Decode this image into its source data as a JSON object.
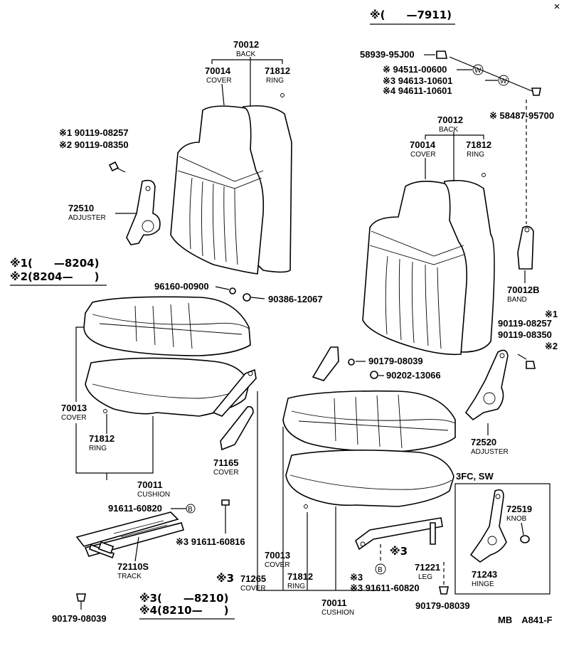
{
  "header_note": "※(　　—7911)",
  "left_seat": {
    "back": {
      "part": "70012",
      "name": "BACK"
    },
    "cover": {
      "part": "70014",
      "name": "COVER"
    },
    "ring": {
      "part": "71812",
      "name": "RING"
    },
    "screw1": "※1 90119-08257",
    "screw2": "※2 90119-08350",
    "adjuster": {
      "part": "72510",
      "name": "ADJUSTER"
    },
    "note1": "※1(　　—8204)",
    "note2": "※2(8204—　　)",
    "p96160": "96160-00900",
    "p90386": "90386-12067",
    "cushion_cover": {
      "part": "70013",
      "name": "COVER"
    },
    "cushion_ring": {
      "part": "71812",
      "name": "RING"
    },
    "cushion": {
      "part": "70011",
      "name": "CUSHION"
    },
    "side_cover": {
      "part": "71165",
      "name": "COVER"
    },
    "bolt1": "91611-60820",
    "bolt_mark": "B",
    "bolt2": "※3 91611-60816",
    "track": {
      "part": "72110S",
      "name": "TRACK"
    },
    "nut": "90179-08039",
    "note3": "※3(　　—8210)",
    "note4": "※4(8210—　　)"
  },
  "right_seat": {
    "p58939": "58939-95J00",
    "p94511": "※ 94511-00600",
    "p94613": "※3 94613-10601",
    "p94611": "※4 94611-10601",
    "washer_mark": "W",
    "p58487": "※ 58487-95700",
    "back": {
      "part": "70012",
      "name": "BACK"
    },
    "cover": {
      "part": "70014",
      "name": "COVER"
    },
    "ring": {
      "part": "71812",
      "name": "RING"
    },
    "band": {
      "part": "70012B",
      "name": "BAND"
    },
    "mark1": "※1",
    "screw1": "90119-08257",
    "screw2": "90119-08350",
    "mark2": "※2",
    "p90179a": "90179-08039",
    "p90202": "90202-13066",
    "adjuster": {
      "part": "72520",
      "name": "ADJUSTER"
    },
    "inset_title": "3FC, SW",
    "knob": {
      "part": "72519",
      "name": "KNOB"
    },
    "hinge": {
      "part": "71243",
      "name": "HINGE"
    },
    "cushion_cover": {
      "part": "70013",
      "name": "COVER"
    },
    "cushion_ring": {
      "part": "71812",
      "name": "RING"
    },
    "side_cover": {
      "part": "71265",
      "name": "COVER",
      "mark": "※3"
    },
    "leg_mark": "※3",
    "leg": {
      "part": "71221",
      "name": "LEG"
    },
    "bolt": "※3 91611-60820",
    "bolt_mark": "B",
    "cushion": {
      "part": "70011",
      "name": "CUSHION"
    },
    "nut": "90179-08039"
  },
  "footer_code": "MB　A841-F"
}
